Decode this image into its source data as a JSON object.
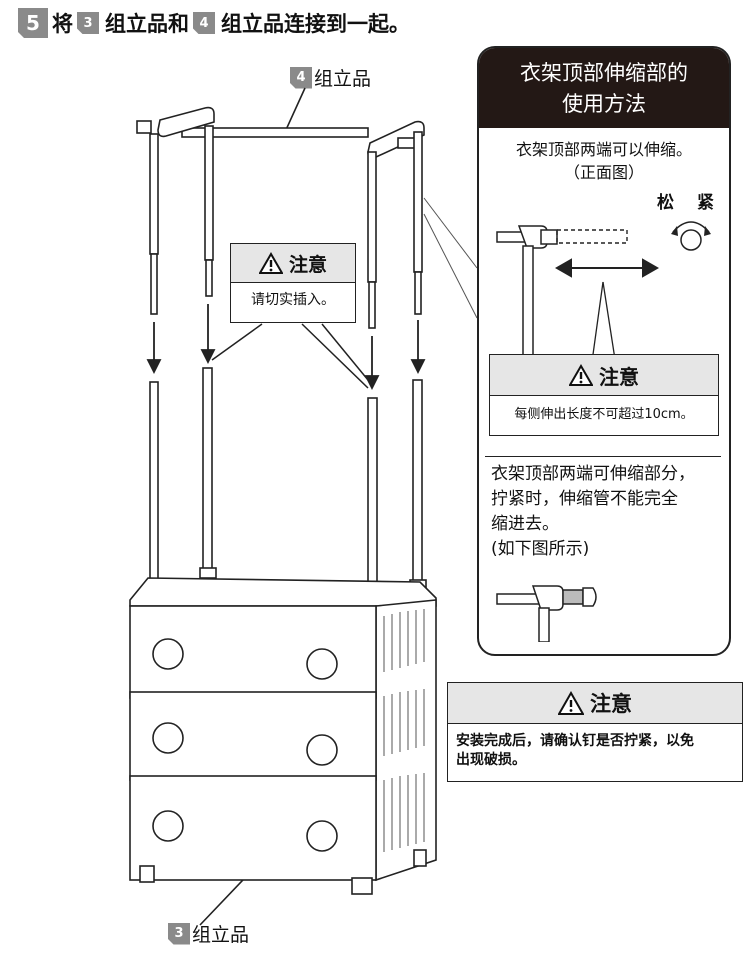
{
  "step": {
    "number": "5",
    "word_jiang": "将",
    "part_a": "3",
    "word_zulipin_he": "组立品和",
    "part_b": "4",
    "word_tail": "组立品连接到一起。"
  },
  "labels": {
    "top_part_num": "4",
    "top_part_text": "组立品",
    "bottom_part_num": "3",
    "bottom_part_text": "组立品"
  },
  "caution_insert": {
    "title": "注意",
    "body": "请切实插入。"
  },
  "panel": {
    "title_line1": "衣架顶部伸缩部的",
    "title_line2": "使用方法",
    "desc_line1": "衣架顶部两端可以伸缩。",
    "desc_line2": "（正面图）",
    "loosen": "松",
    "tighten": "紧",
    "caution_title": "注意",
    "caution_body": "每侧伸出长度不可超过10cm。",
    "note_line1": "衣架顶部两端可伸缩部分，",
    "note_line2": "拧紧时，伸缩管不能完全",
    "note_line3": "缩进去。",
    "note_line4": "(如下图所示)"
  },
  "caution_install": {
    "title": "注意",
    "body_line1": "安装完成后，请确认钉是否拧紧，以免",
    "body_line2": "出现破损。"
  }
}
